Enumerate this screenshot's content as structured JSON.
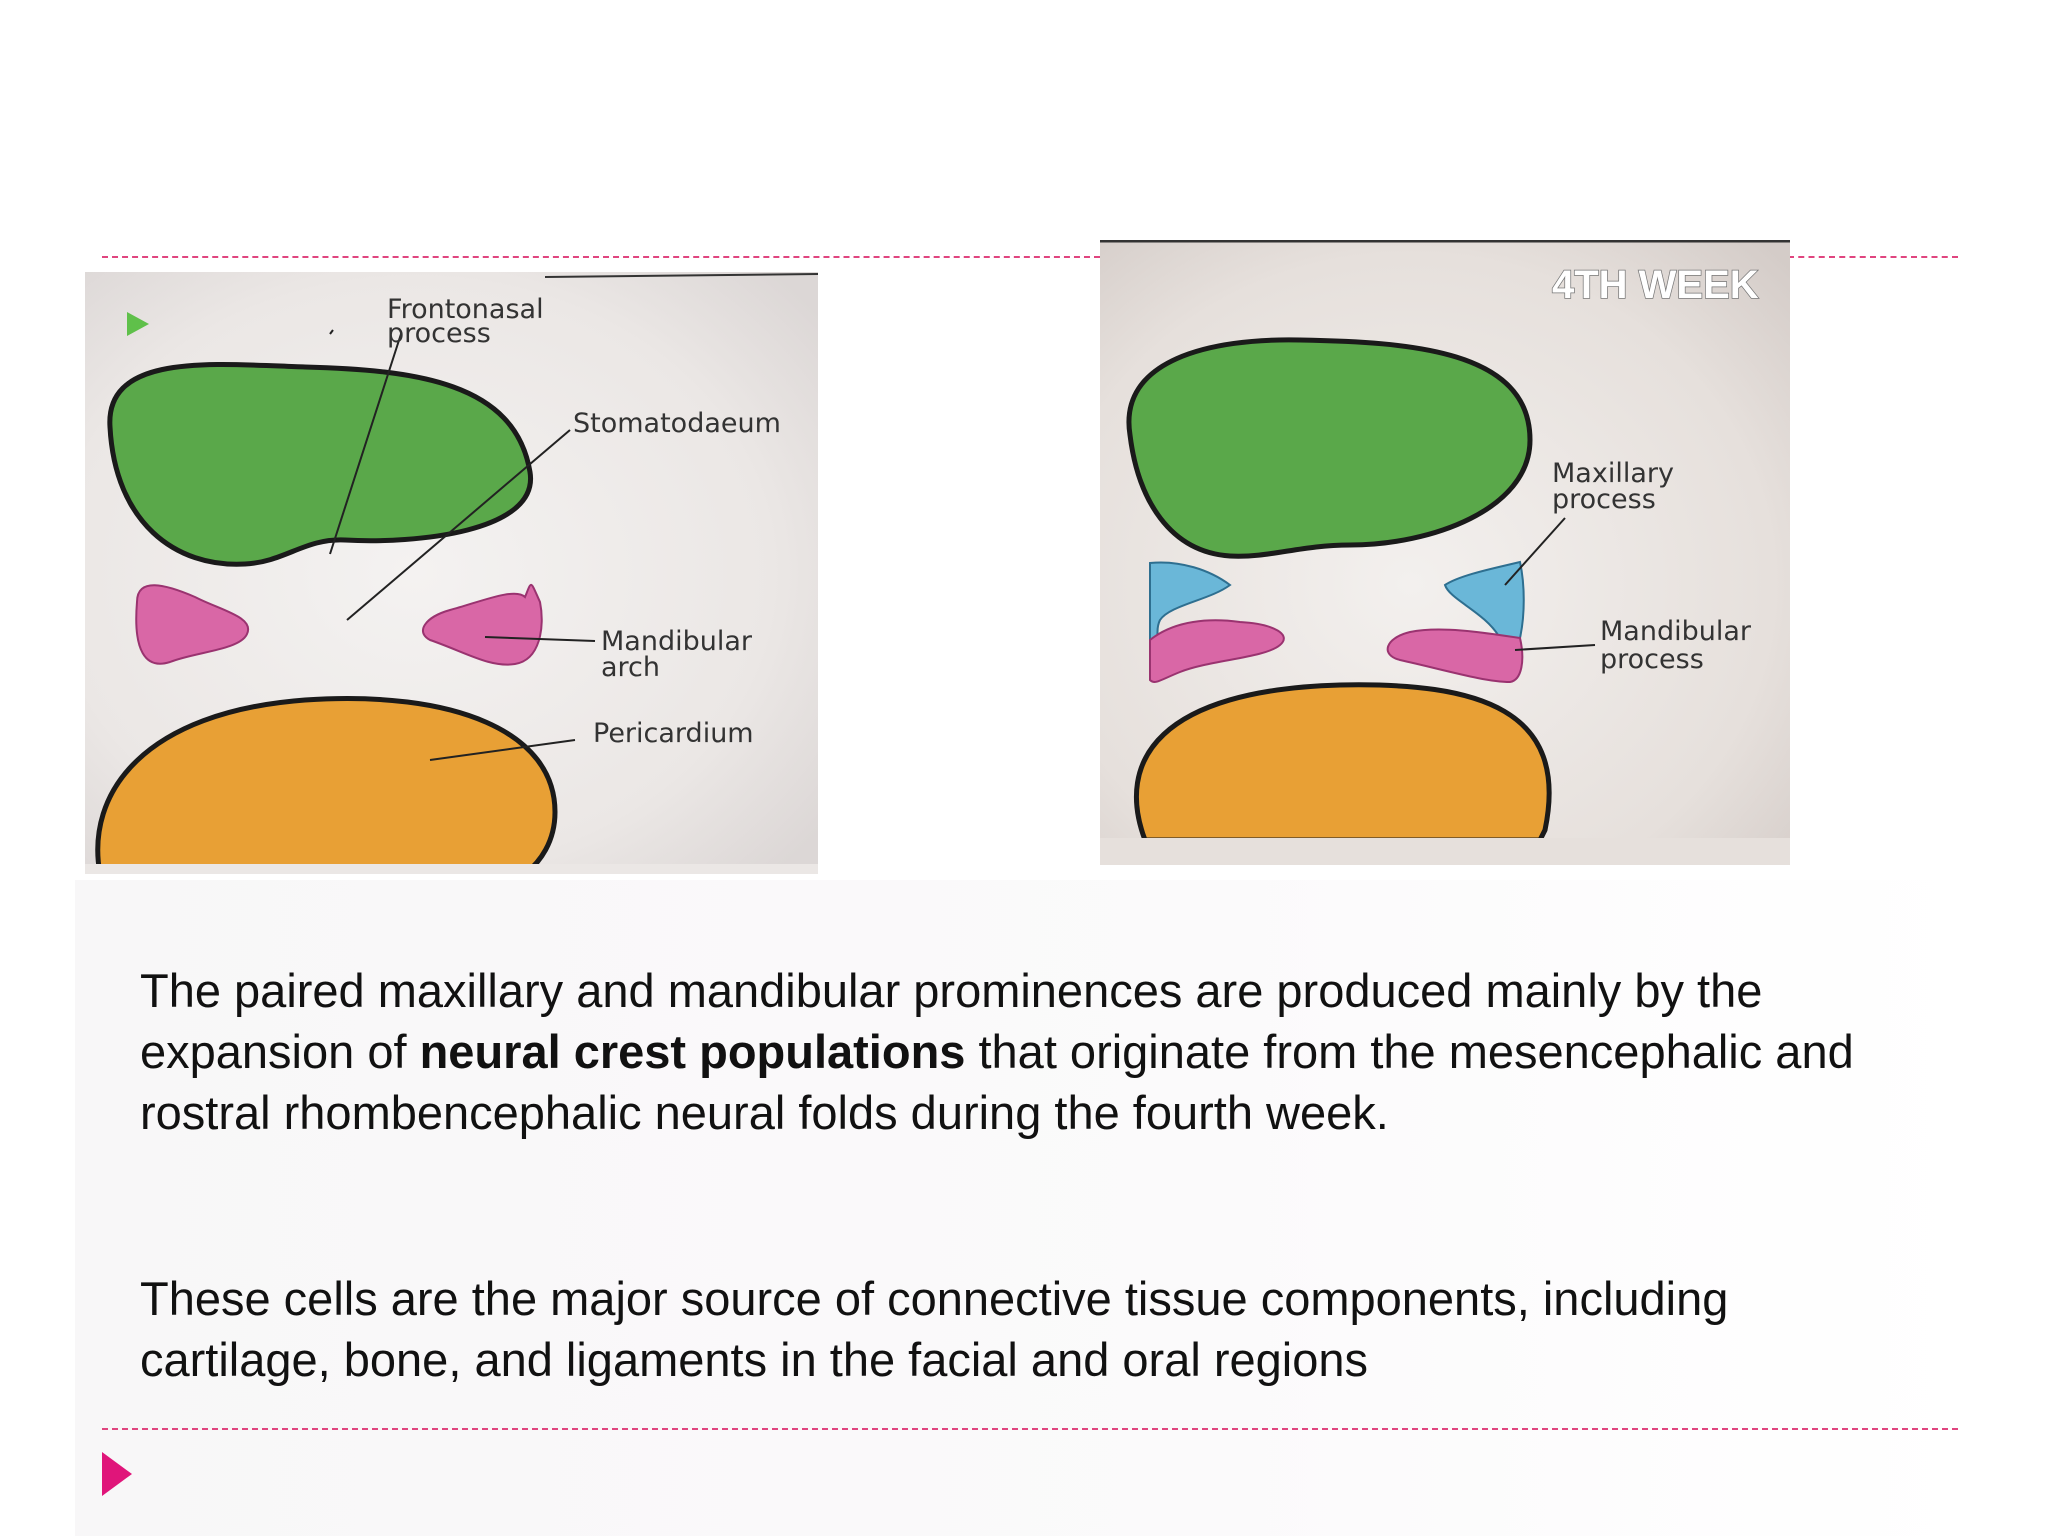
{
  "colors": {
    "accent": "#e0157a",
    "dash": "#e0457f",
    "frontonasal_green": "#5aa84a",
    "mandibular_pink": "#d967a6",
    "maxillary_blue": "#6ab7d8",
    "pericardium_orange": "#e8a035",
    "figure_background": "#e9e4e1"
  },
  "figure_left": {
    "labels": {
      "frontonasal_line1": "Frontonasal",
      "frontonasal_line2": "process",
      "stomatodaeum": "Stomatodaeum",
      "mandibular_line1": "Mandibular",
      "mandibular_line2": "arch",
      "pericardium": "Pericardium"
    },
    "marker_icon": "green-triangle-icon"
  },
  "figure_right": {
    "week_label": "4TH WEEK",
    "labels": {
      "maxillary_line1": "Maxillary",
      "maxillary_line2": "process",
      "mandibular_line1": "Mandibular",
      "mandibular_line2": "process"
    }
  },
  "paragraph_1": {
    "before_bold": "The paired maxillary and mandibular prominences are produced mainly by the expansion of ",
    "bold": "neural crest populations",
    "after_bold": " that originate from the mesencephalic and rostral rhombencephalic neural folds during the fourth week."
  },
  "paragraph_2": "These cells are the major source of connective tissue components, including cartilage, bone, and ligaments in the facial and oral regions",
  "bullet_icon": "pink-triangle-bullet-icon"
}
